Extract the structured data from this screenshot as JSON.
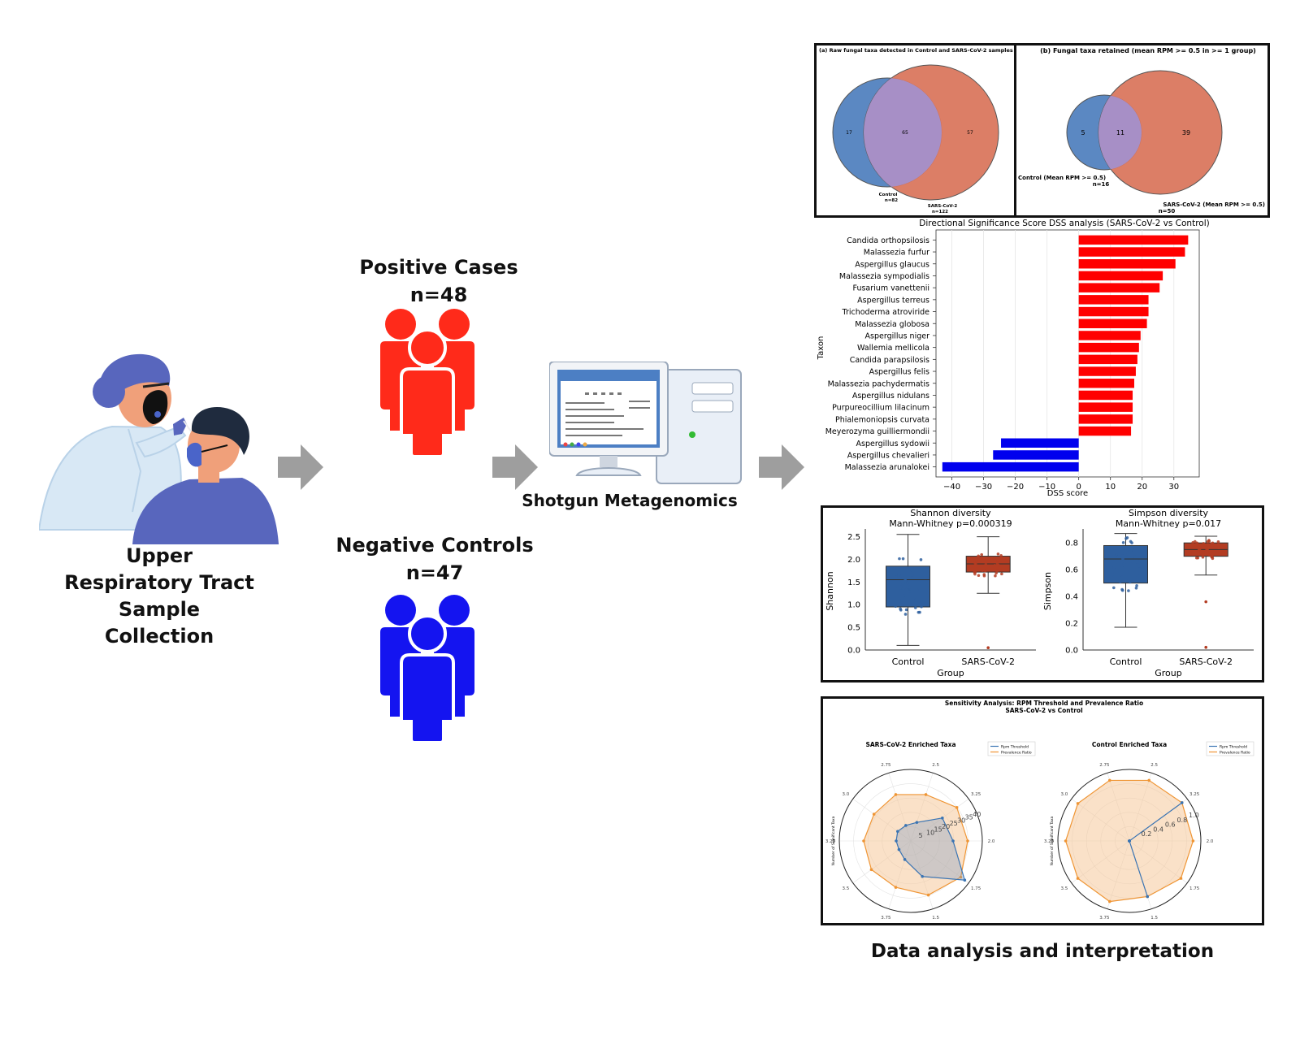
{
  "workflow": {
    "collection_label": "Upper Respiratory Tract Sample Collection",
    "positive": {
      "title": "Positive Cases",
      "count": "n=48",
      "color": "#ff2a1a"
    },
    "negative": {
      "title": "Negative Controls",
      "count": "n=47",
      "color": "#1414f0"
    },
    "sequencing_label": "Shotgun Metagenomics",
    "analysis_label": "Data analysis and interpretation",
    "arrow_color": "#9e9e9e"
  },
  "chart_data": [
    {
      "type": "venn",
      "title": "(a) Raw fungal taxa detected in Control and SARS-CoV-2 samples",
      "sets": [
        {
          "name": "Control",
          "n_label": "n=82",
          "color": "#5b88c2"
        },
        {
          "name": "SARS-CoV-2",
          "n_label": "n=122",
          "color": "#d9745a"
        }
      ],
      "regions": {
        "left_only": 17,
        "both": 65,
        "right_only": 57
      }
    },
    {
      "type": "venn",
      "title": "(b) Fungal taxa retained (mean RPM >= 0.5 in >= 1 group)",
      "sets": [
        {
          "name": "Control (Mean RPM >= 0.5)",
          "n_label": "n=16",
          "color": "#5b88c2"
        },
        {
          "name": "SARS-CoV-2 (Mean RPM >= 0.5)",
          "n_label": "n=50",
          "color": "#d9745a"
        }
      ],
      "regions": {
        "left_only": 5,
        "both": 11,
        "right_only": 39
      }
    },
    {
      "type": "bar",
      "orientation": "horizontal",
      "title": "Directional Significance Score DSS analysis (SARS-CoV-2 vs Control)",
      "xlabel": "DSS score",
      "ylabel": "Taxon",
      "xlim": [
        -45,
        38
      ],
      "xticks": [
        "−40",
        "−30",
        "−20",
        "−10",
        "0",
        "10",
        "20",
        "30"
      ],
      "xtick_values": [
        -40,
        -30,
        -20,
        -10,
        0,
        10,
        20,
        30
      ],
      "positive_color": "#ff0000",
      "negative_color": "#0000ee",
      "categories": [
        "Candida orthopsilosis",
        "Malassezia furfur",
        "Aspergillus glaucus",
        "Malassezia sympodialis",
        "Fusarium vanettenii",
        "Aspergillus terreus",
        "Trichoderma atroviride",
        "Malassezia globosa",
        "Aspergillus niger",
        "Wallemia mellicola",
        "Candida parapsilosis",
        "Aspergillus felis",
        "Malassezia pachydermatis",
        "Aspergillus nidulans",
        "Purpureocillium lilacinum",
        "Phialemoniopsis curvata",
        "Meyerozyma guilliermondii",
        "Aspergillus sydowii",
        "Aspergillus chevalieri",
        "Malassezia arunalokei"
      ],
      "values": [
        34.5,
        33.5,
        30.5,
        26.5,
        25.5,
        22,
        22,
        21.5,
        19.5,
        19,
        18.5,
        18,
        17.5,
        17,
        17,
        17,
        16.5,
        -24.5,
        -27,
        -43
      ]
    },
    {
      "type": "box",
      "title": "Shannon diversity",
      "subtitle": "Mann-Whitney p=0.000319",
      "ylabel": "Shannon",
      "xlabel": "Group",
      "categories": [
        "Control",
        "SARS-CoV-2"
      ],
      "ylim": [
        0,
        2.6
      ],
      "yticks": [
        0.0,
        0.5,
        1.0,
        1.5,
        2.0,
        2.5
      ],
      "ytick_labels": [
        "0.0",
        "0.5",
        "1.0",
        "1.5",
        "2.0",
        "2.5"
      ],
      "colors": [
        "#2e5f9e",
        "#b33c22"
      ],
      "boxes": [
        {
          "whisker_low": 0.1,
          "q1": 0.95,
          "median": 1.55,
          "q3": 1.85,
          "whisker_high": 2.55
        },
        {
          "whisker_low": 1.25,
          "q1": 1.72,
          "median": 1.9,
          "q3": 2.07,
          "whisker_high": 2.5,
          "outliers": [
            0.05
          ]
        }
      ]
    },
    {
      "type": "box",
      "title": "Simpson diversity",
      "subtitle": "Mann-Whitney p=0.017",
      "ylabel": "Simpson",
      "xlabel": "Group",
      "categories": [
        "Control",
        "SARS-CoV-2"
      ],
      "ylim": [
        0,
        0.88
      ],
      "yticks": [
        0.0,
        0.2,
        0.4,
        0.6,
        0.8
      ],
      "ytick_labels": [
        "0.0",
        "0.2",
        "0.4",
        "0.6",
        "0.8"
      ],
      "colors": [
        "#2e5f9e",
        "#b33c22"
      ],
      "boxes": [
        {
          "whisker_low": 0.17,
          "q1": 0.5,
          "median": 0.68,
          "q3": 0.78,
          "whisker_high": 0.87
        },
        {
          "whisker_low": 0.56,
          "q1": 0.7,
          "median": 0.75,
          "q3": 0.8,
          "whisker_high": 0.85,
          "outliers": [
            0.36,
            0.02
          ]
        }
      ]
    },
    {
      "type": "radar",
      "suptitle": "Sensitivity Analysis: RPM Threshold and Prevalence Ratio",
      "suptitle2": "SARS-CoV-2 vs Control",
      "ylabel": "Number of Significant Taxa",
      "legend": [
        "Rpm Threshold",
        "Prevalence Ratio"
      ],
      "colors": [
        "#3a74b3",
        "#ef9534"
      ],
      "panels": [
        {
          "title": "SARS-CoV-2 Enriched Taxa",
          "angle_labels": [
            "3.25",
            "2.0",
            "1.75",
            "1.5",
            "3.75",
            "3.5",
            "3.25",
            "3.0",
            "2.75",
            "2.5"
          ],
          "radial_labels": [
            "5",
            "10",
            "15",
            "20",
            "25",
            "30",
            "35",
            "40"
          ],
          "rmax": 44,
          "series": [
            [
              24,
              26,
              41,
              23,
              12,
              9,
              9,
              10,
              10,
              12
            ],
            [
              35,
              35,
              38,
              35,
              30,
              30,
              29,
              28,
              30,
              30
            ]
          ]
        },
        {
          "title": "Control Enriched Taxa",
          "angle_labels": [
            "3.25",
            "2.0",
            "1.75",
            "1.5",
            "3.75",
            "3.5",
            "3.25",
            "3.0",
            "2.75",
            "2.5"
          ],
          "radial_labels": [
            "0.2",
            "0.4",
            "0.6",
            "0.8",
            "1.0"
          ],
          "rmax": 1.1,
          "series": [
            [
              1.0,
              0,
              0,
              0.9,
              0,
              0,
              0,
              0,
              0,
              0
            ],
            [
              1.0,
              0.98,
              0.98,
              0.9,
              0.98,
              0.98,
              0.98,
              0.98,
              0.98,
              0.98
            ]
          ]
        }
      ]
    }
  ]
}
